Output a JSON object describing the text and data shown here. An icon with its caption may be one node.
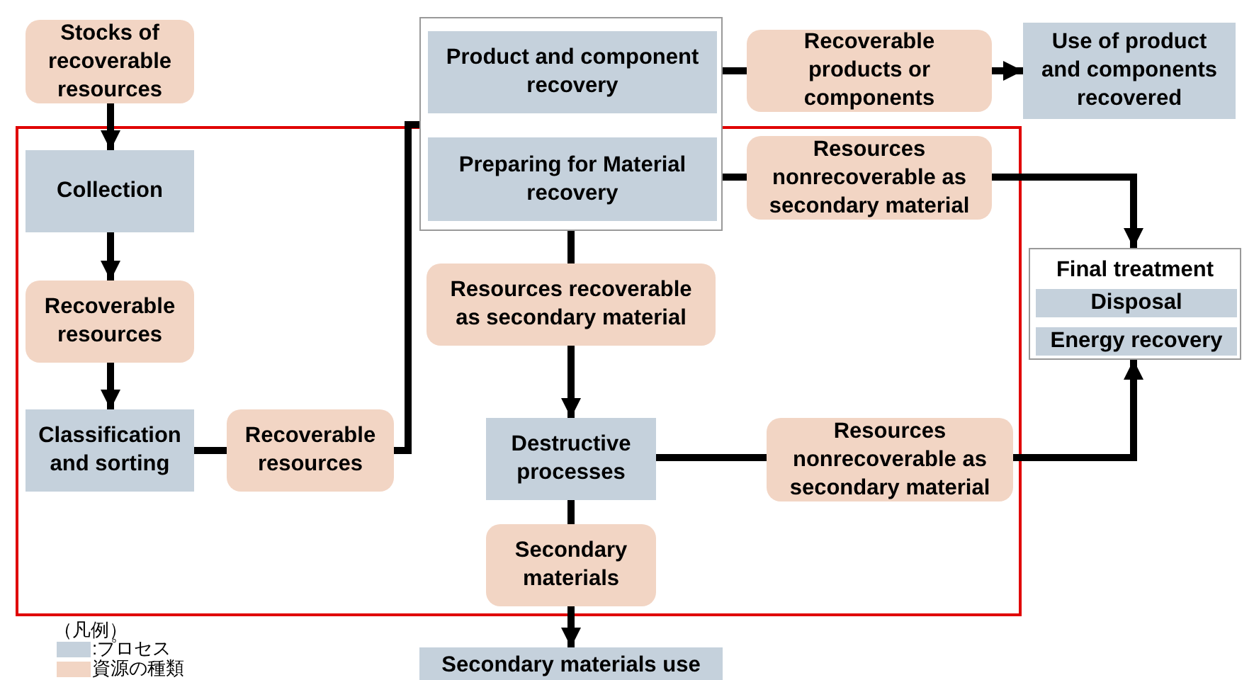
{
  "diagram": {
    "nodes": [
      {
        "text": [
          "Stocks of recoverable resources"
        ]
      },
      {
        "text": [],
        "shape": "box"
      },
      {
        "text": [
          "Product and component recovery"
        ],
        "in": 1
      },
      {
        "text": [
          "Preparing for Material recovery"
        ],
        "in": 1
      },
      {
        "text": [
          "Recoverable products or components"
        ]
      },
      {
        "text": [
          "Use of product and components recovered"
        ]
      },
      {
        "text": [
          "Collection"
        ]
      },
      {
        "text": [
          "Resources nonrecoverable as secondary material"
        ]
      },
      {
        "text": [
          "Final treatment"
        ]
      },
      {
        "text": [
          "Disposal"
        ],
        "in": 8
      },
      {
        "text": [
          "Energy recovery"
        ],
        "in": 8
      },
      {
        "text": [
          "Recoverable resources"
        ]
      },
      {
        "text": [
          "Resources recoverable as secondary material"
        ]
      },
      {
        "text": [
          "Classification and sorting"
        ]
      },
      {
        "text": [
          "Recoverable resources"
        ]
      },
      {
        "text": [
          "Destructive processes"
        ]
      },
      {
        "text": [
          "Resources nonrecoverable as secondary material"
        ]
      },
      {
        "text": [
          "Secondary materials"
        ]
      },
      {
        "text": [
          "Secondary materials use"
        ]
      }
    ],
    "edges": [
      {
        "from": 0,
        "to": 6,
        "arrow": "to"
      },
      {
        "from": 6,
        "to": 11,
        "arrow": "to"
      },
      {
        "from": 11,
        "to": 13,
        "arrow": "to"
      },
      {
        "from": 13,
        "to": 14,
        "arrow": "none"
      },
      {
        "from": 14,
        "to": 1,
        "arrow": "none"
      },
      {
        "from": 2,
        "to": 4,
        "arrow": "none"
      },
      {
        "from": 4,
        "to": 5,
        "arrow": "to"
      },
      {
        "from": 3,
        "to": 7,
        "arrow": "none"
      },
      {
        "from": 7,
        "to": 8,
        "arrow": "to"
      },
      {
        "from": 3,
        "to": 12,
        "arrow": "none"
      },
      {
        "from": 12,
        "to": 15,
        "arrow": "to"
      },
      {
        "from": 15,
        "to": 16,
        "arrow": "none"
      },
      {
        "from": 16,
        "to": 8,
        "arrow": "to"
      },
      {
        "from": 15,
        "to": 17,
        "arrow": "none"
      },
      {
        "from": 17,
        "to": 18,
        "arrow": "to"
      }
    ],
    "labels": [
      "（凡例）"
    ],
    "legend": [
      {
        "text": ":プロセス",
        "color": "#c5d1dc"
      },
      {
        "text": "資源の種類",
        "color": "#f2d5c4"
      }
    ]
  }
}
